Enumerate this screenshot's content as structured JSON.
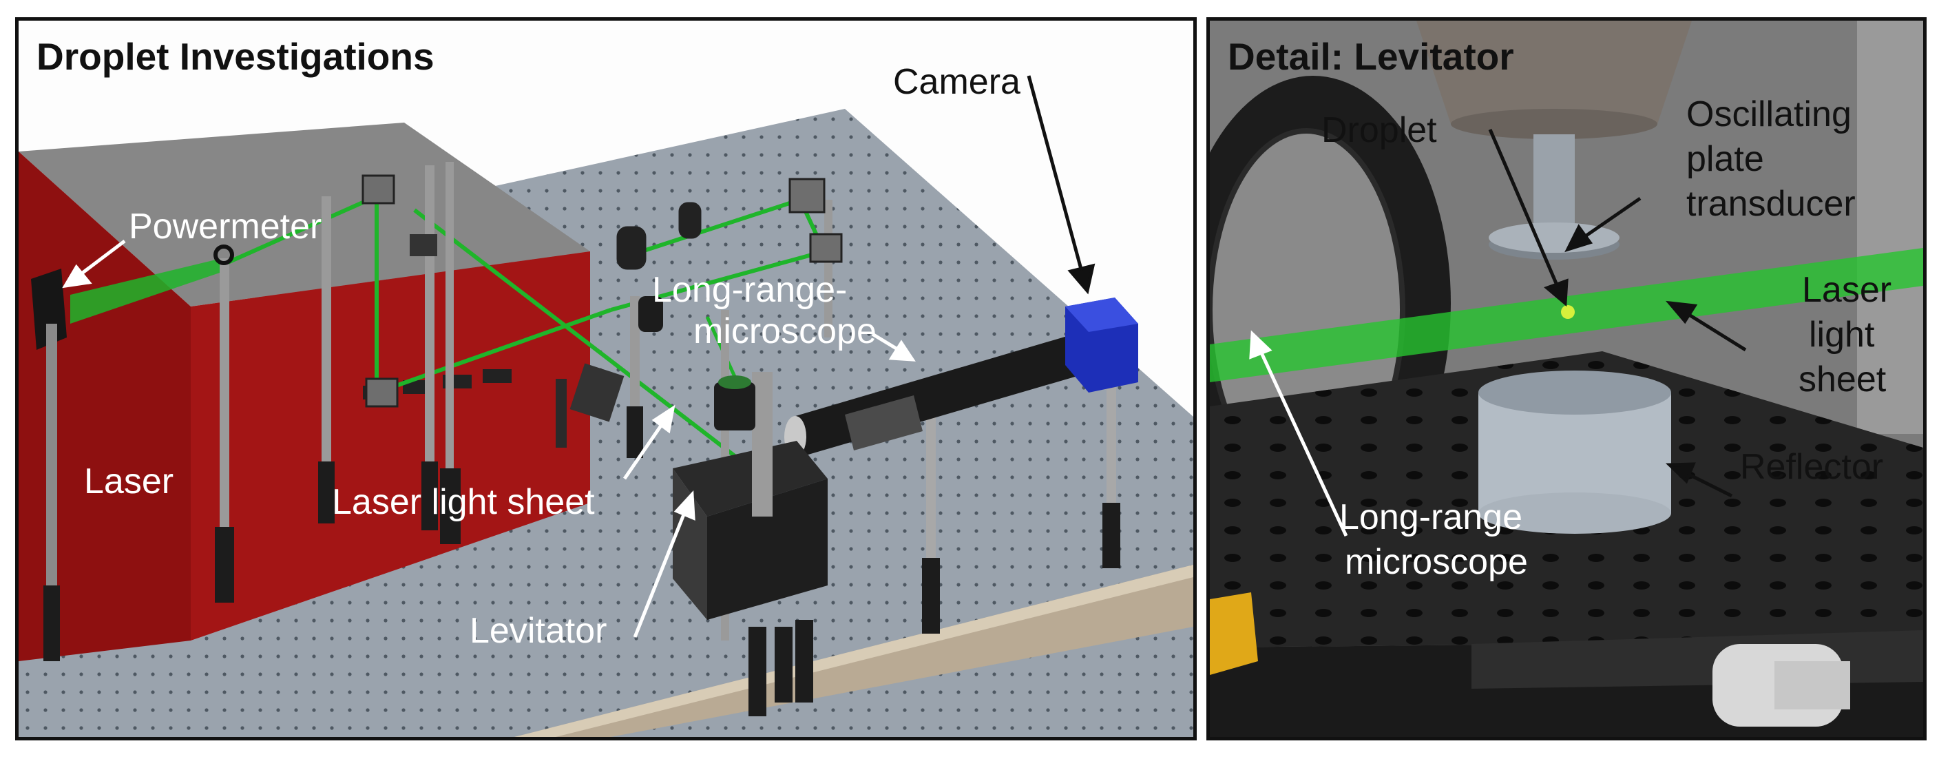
{
  "left_panel": {
    "title": "Droplet Investigations",
    "labels": {
      "camera": "Camera",
      "powermeter": "Powermeter",
      "long_range_microscope": [
        "Long-range-",
        "microscope"
      ],
      "laser": "Laser",
      "laser_light_sheet": "Laser light sheet",
      "levitator": "Levitator"
    }
  },
  "right_panel": {
    "title": "Detail: Levitator",
    "labels": {
      "droplet": "Droplet",
      "transducer": [
        "Oscillating",
        "plate",
        "transducer"
      ],
      "laser_light_sheet": [
        "Laser",
        "light",
        "sheet"
      ],
      "reflector": "Reflector",
      "long_range_microscope": [
        "Long-range",
        "microscope"
      ]
    }
  },
  "colors": {
    "laser_beam": "#1fb52a",
    "laser_housing": "#a31515",
    "optical_table": "#9aa3ad",
    "camera": "#1d2fb8"
  }
}
